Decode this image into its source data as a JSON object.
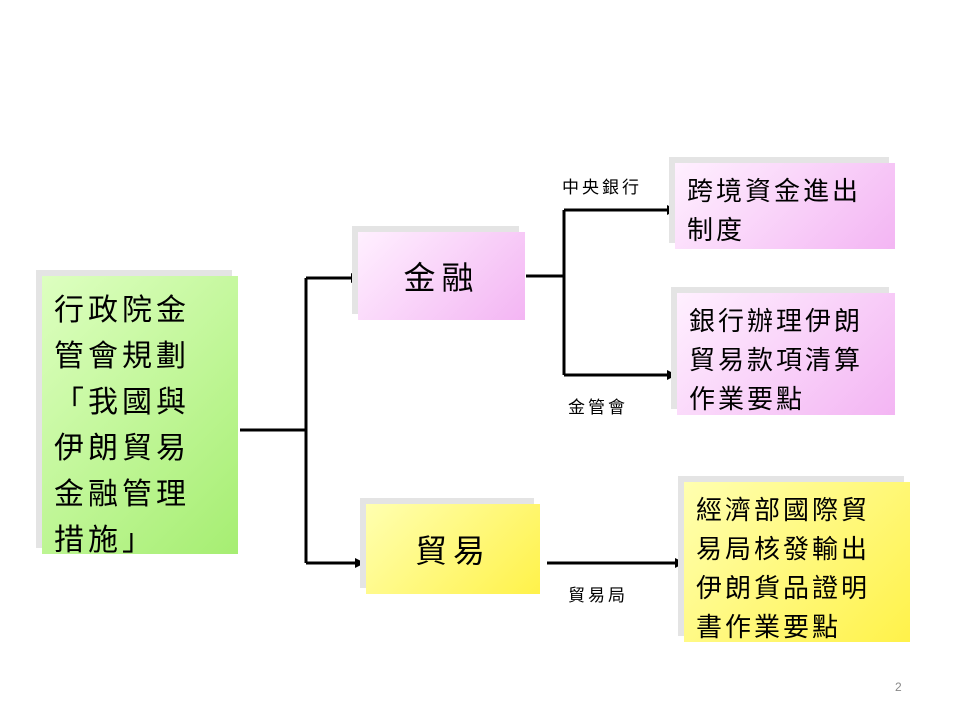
{
  "diagram": {
    "root": "行政院金\n管會規劃\n「我國與\n伊朗貿易\n金融管理\n措施」",
    "branches": [
      {
        "label": "金融",
        "children": [
          {
            "edge_label": "中央銀行",
            "text": "跨境資金進出\n制度"
          },
          {
            "edge_label": "金管會",
            "text": "銀行辦理伊朗\n貿易款項清算\n作業要點"
          }
        ]
      },
      {
        "label": "貿易",
        "children": [
          {
            "edge_label": "貿易局",
            "text": "經濟部國際貿\n易局核發輸出\n伊朗貨品證明\n書作業要點"
          }
        ]
      }
    ]
  },
  "page_number": "2",
  "colors": {
    "root": "#b8f28a",
    "finance": "#f6c8f6",
    "trade": "#fff56a",
    "connector": "#000000"
  }
}
